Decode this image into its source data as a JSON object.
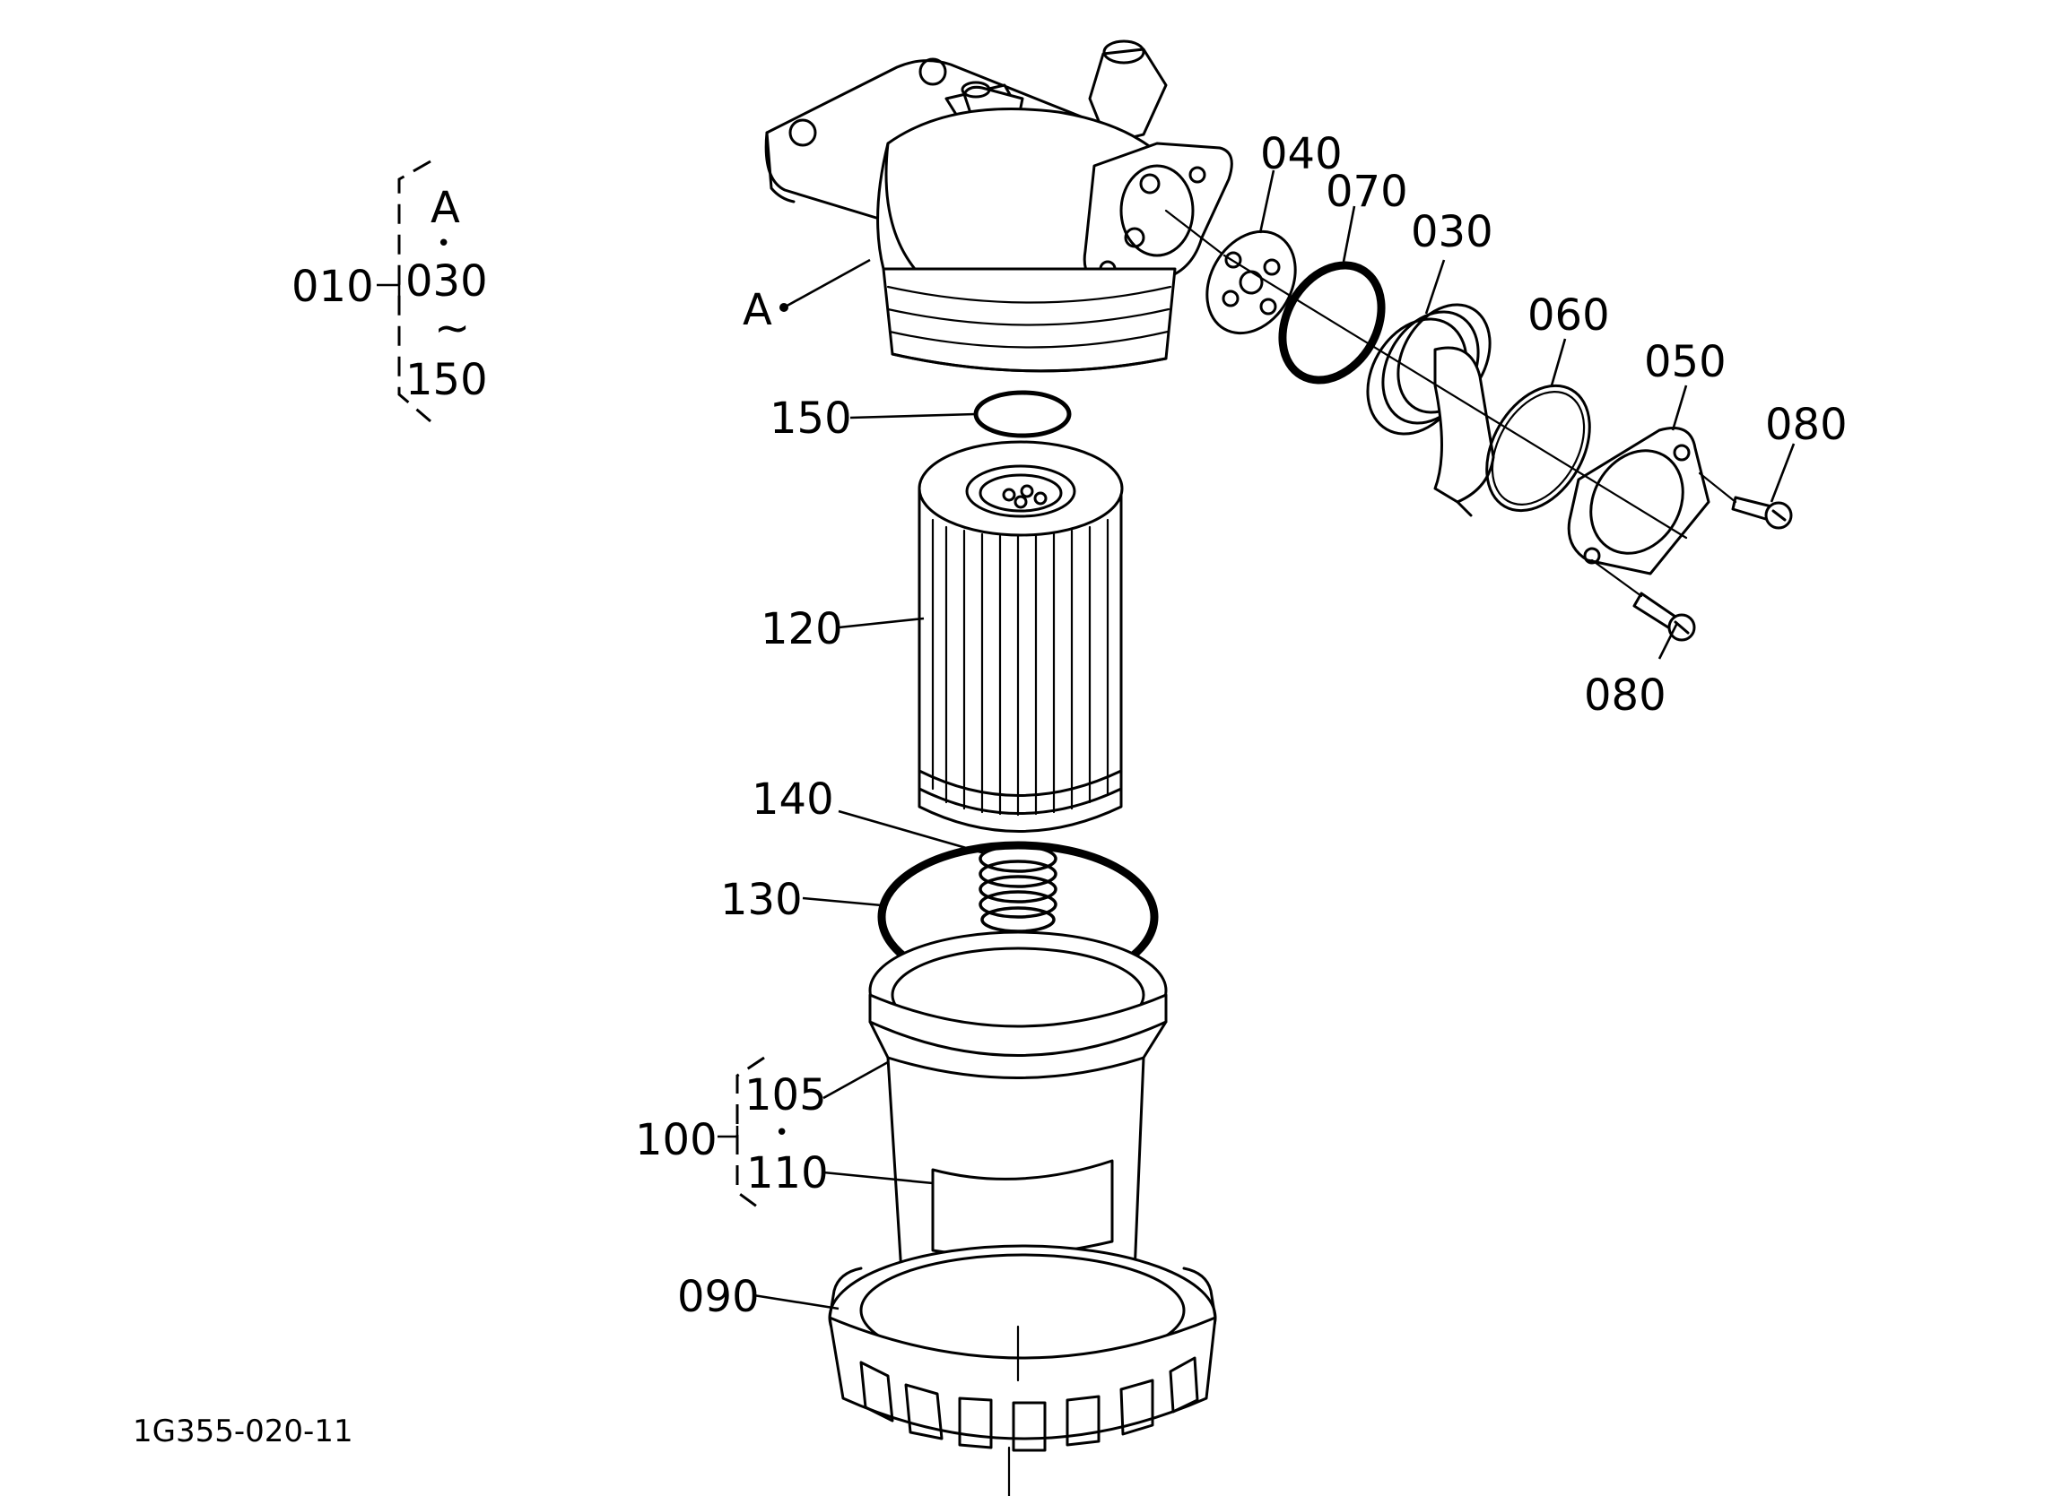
{
  "drawing_code": "1G355-020-11",
  "reference_letter": "A",
  "groups": {
    "head_group": {
      "part": "010",
      "range_start": "030",
      "range_end": "150",
      "ref": "A"
    },
    "bowl_group": {
      "part": "100",
      "first": "105",
      "second": "110"
    }
  },
  "separator_dot": "•",
  "range_symbol": "~",
  "callouts": {
    "p040": "040",
    "p070": "070",
    "p030": "030",
    "p060": "060",
    "p050": "050",
    "p080_top": "080",
    "p080_bottom": "080",
    "p150": "150",
    "p120": "120",
    "p140": "140",
    "p130": "130",
    "p090": "090"
  }
}
